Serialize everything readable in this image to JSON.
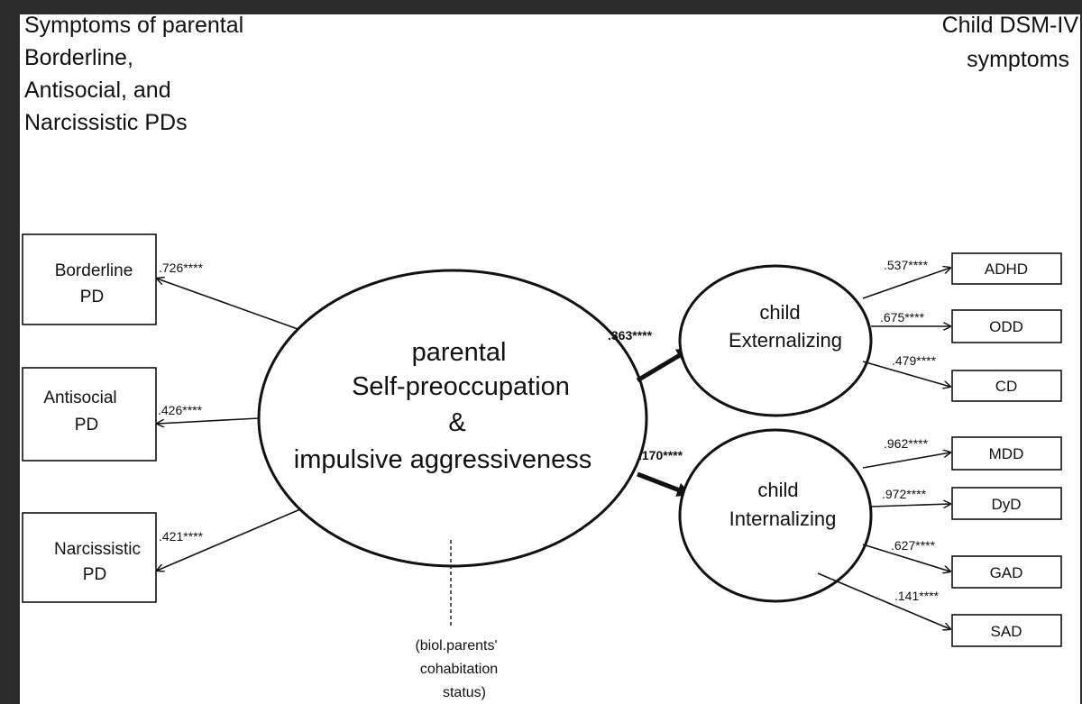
{
  "header": {
    "left_lines": [
      "Symptoms of parental",
      "Borderline,",
      "Antisocial, and",
      "Narcissistic PDs"
    ],
    "right_lines": [
      "Child DSM-IV",
      "symptoms"
    ]
  },
  "latent_main": {
    "lines": [
      "parental",
      "Self-preoccupation",
      "&",
      "impulsive aggressiveness"
    ]
  },
  "parent_indicators": [
    {
      "lines": [
        "Borderline",
        "PD"
      ],
      "loading": ".726****"
    },
    {
      "lines": [
        "Antisocial",
        "PD"
      ],
      "loading": ".426****"
    },
    {
      "lines": [
        "Narcissistic",
        "PD"
      ],
      "loading": ".421****"
    }
  ],
  "child_externalizing": {
    "lines": [
      "child",
      "Externalizing"
    ],
    "path": ".363****",
    "indicators": [
      {
        "label": "ADHD",
        "loading": ".537****"
      },
      {
        "label": "ODD",
        "loading": ".675****"
      },
      {
        "label": "CD",
        "loading": ".479****"
      }
    ]
  },
  "child_internalizing": {
    "lines": [
      "child",
      "Internalizing"
    ],
    "path": ".170****",
    "indicators": [
      {
        "label": "MDD",
        "loading": ".962****"
      },
      {
        "label": "DyD",
        "loading": ".972****"
      },
      {
        "label": "GAD",
        "loading": ".627****"
      },
      {
        "label": "SAD",
        "loading": ".141****"
      }
    ]
  },
  "covariate": {
    "lines": [
      "(biol.parents'",
      "cohabitation",
      "status)"
    ]
  },
  "colors": {
    "ink": "#111111",
    "frame": "#2b2b2b",
    "paper": "#ffffff"
  }
}
